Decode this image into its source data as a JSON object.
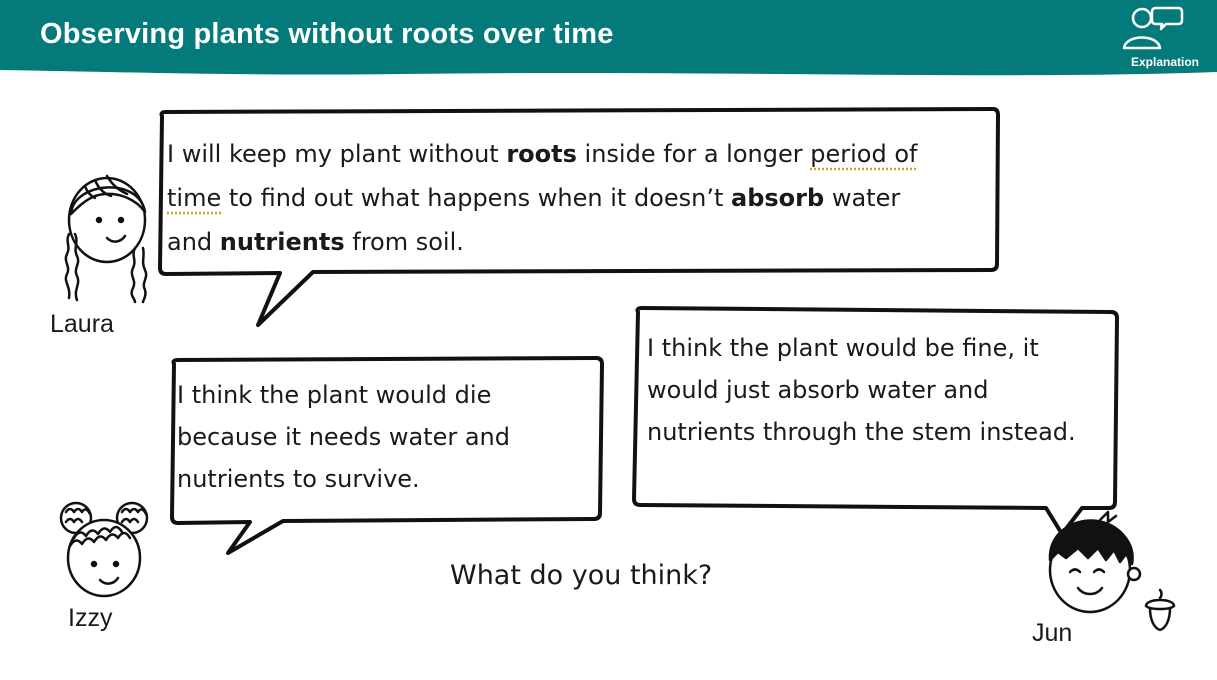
{
  "header": {
    "title": "Observing plants without roots over time",
    "badge_label": "Explanation",
    "background_color": "#047a7a"
  },
  "bubbles": {
    "laura": {
      "line1_a": "I will keep my plant without ",
      "line1_bold": "roots",
      "line1_b": " inside for a longer ",
      "line1_dotted": "period of",
      "line2_dotted": "time",
      "line2_a": " to find out what happens when it doesn’t ",
      "line2_bold": "absorb",
      "line2_b": " water",
      "line3_a": "and ",
      "line3_bold": "nutrients",
      "line3_b": " from soil."
    },
    "izzy": {
      "lines": [
        "I think the plant would die",
        "because it needs water and",
        "nutrients to survive."
      ]
    },
    "jun": {
      "lines": [
        "I think the plant would be fine, it",
        "would just absorb water and",
        "nutrients through the stem instead."
      ]
    }
  },
  "characters": {
    "laura": "Laura",
    "izzy": "Izzy",
    "jun": "Jun"
  },
  "prompt": "What do you think?",
  "icons": {
    "badge_icon": "people-speech-icon",
    "corner_icon": "acorn-icon"
  }
}
